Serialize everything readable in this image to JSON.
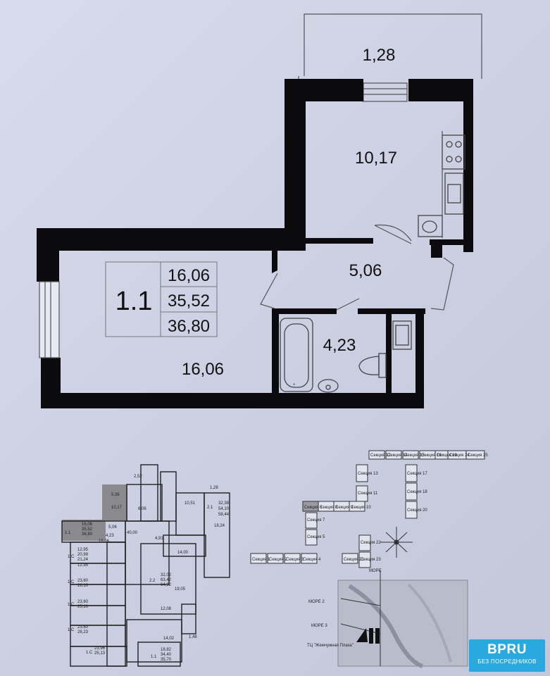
{
  "rooms": {
    "balcony": "1,28",
    "kitchen": "10,17",
    "hall": "5,06",
    "bathroom": "4,23",
    "living": "16,06"
  },
  "info": {
    "type": "1.1",
    "living_area": "16,06",
    "total_area": "35,52",
    "area_with_balcony": "36,80"
  },
  "floor_plan": {
    "labels": [
      "2,52",
      "5,36",
      "1,28",
      "10,17",
      "6,06",
      "10,51",
      "2.1",
      "32,38",
      "54,10",
      "58,44",
      "18,24",
      "1.1",
      "16,06",
      "35,52",
      "36,80",
      "5,06",
      "4,23",
      "4,91",
      "16,06",
      "40,00",
      "1.C",
      "12,95",
      "20,99",
      "21,24",
      "12,95",
      "1.C",
      "23,60",
      "26,10",
      "1.C",
      "23,60",
      "25,10",
      "1.C",
      "23,60",
      "28,23",
      "2.2",
      "32,02",
      "63,42",
      "64,92",
      "14,00",
      "19,05",
      "1.C",
      "23,96",
      "25,13",
      "1.1",
      "18,82",
      "34,40",
      "35,70",
      "12,08",
      "14,02",
      "1,48"
    ]
  },
  "site_plan": {
    "sections": [
      "Секция 12",
      "Секция 14",
      "Секция 15",
      "Секция 16",
      "Секция 19",
      "Секция 24",
      "Секция 25",
      "Секция 13",
      "Секция 17",
      "Секция 18",
      "Секция 20",
      "Секция 6",
      "Секция 8",
      "Секция 9",
      "Секция 10",
      "Секция 11",
      "Секция 7",
      "Секция 5",
      "Секция 1",
      "Секция 2",
      "Секция 3",
      "Секция 4",
      "Секция 21",
      "Секция 22",
      "Секция 23"
    ]
  },
  "map": {
    "label_sea2": "МОРЕ 2",
    "label_sea": "МОРЕ",
    "label_sea3": "МОРЕ 3",
    "label_mall": "ТЦ \"Жемчужная Плаза\""
  },
  "badge": {
    "logo": "BPRU",
    "subtitle": "БЕЗ ПОСРЕДНИКОВ"
  },
  "colors": {
    "paper": "#d2d6e8",
    "wall": "#0b0b0e",
    "badge": "#2aa8e0",
    "highlight": "#8a8a8e"
  }
}
